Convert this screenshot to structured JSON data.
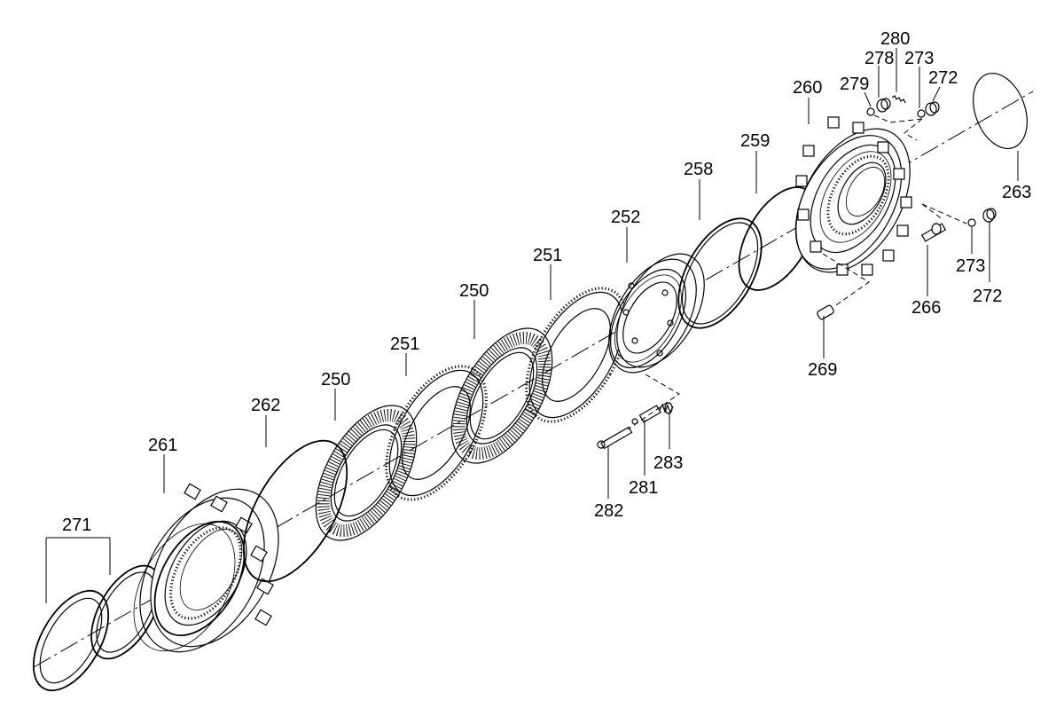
{
  "labels": {
    "p250a": "250",
    "p250b": "250",
    "p251a": "251",
    "p251b": "251",
    "p252": "252",
    "p258": "258",
    "p259": "259",
    "p260": "260",
    "p261": "261",
    "p262": "262",
    "p263": "263",
    "p266": "266",
    "p269": "269",
    "p271": "271",
    "p272a": "272",
    "p272b": "272",
    "p273a": "273",
    "p273b": "273",
    "p278": "278",
    "p279": "279",
    "p280": "280",
    "p281": "281",
    "p282": "282",
    "p283": "283"
  }
}
